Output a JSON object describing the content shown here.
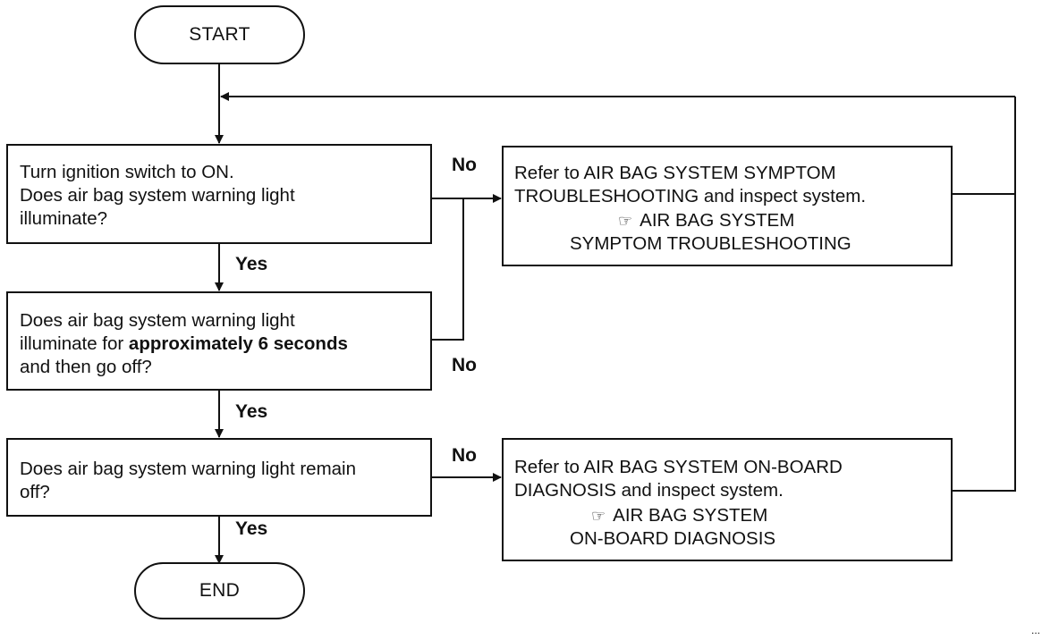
{
  "start": "START",
  "end": "END",
  "q1": {
    "line1": "Turn ignition switch to ON.",
    "line2": "Does air bag system warning light",
    "line3": "illuminate?"
  },
  "q2": {
    "line1": "Does air bag system warning light",
    "line2a": "illuminate for ",
    "line2b": "approximately 6 seconds",
    "line3": "and then go off?"
  },
  "q3": {
    "line1": "Does air bag system warning light remain",
    "line2": "off?"
  },
  "r1": {
    "line1": "Refer to AIR BAG SYSTEM SYMPTOM",
    "line2": "TROUBLESHOOTING and inspect system.",
    "ref_icon": "pointing-hand-icon",
    "ref1": "AIR BAG SYSTEM",
    "ref2": "SYMPTOM TROUBLESHOOTING"
  },
  "r2": {
    "line1": "Refer to AIR BAG SYSTEM ON-BOARD",
    "line2": "DIAGNOSIS and inspect system.",
    "ref_icon": "pointing-hand-icon",
    "ref1": "AIR BAG SYSTEM",
    "ref2": "ON-BOARD DIAGNOSIS"
  },
  "labels": {
    "yes1": "Yes",
    "yes2": "Yes",
    "yes3": "Yes",
    "no1": "No",
    "no2": "No",
    "no3": "No"
  },
  "footer_mark": "..."
}
